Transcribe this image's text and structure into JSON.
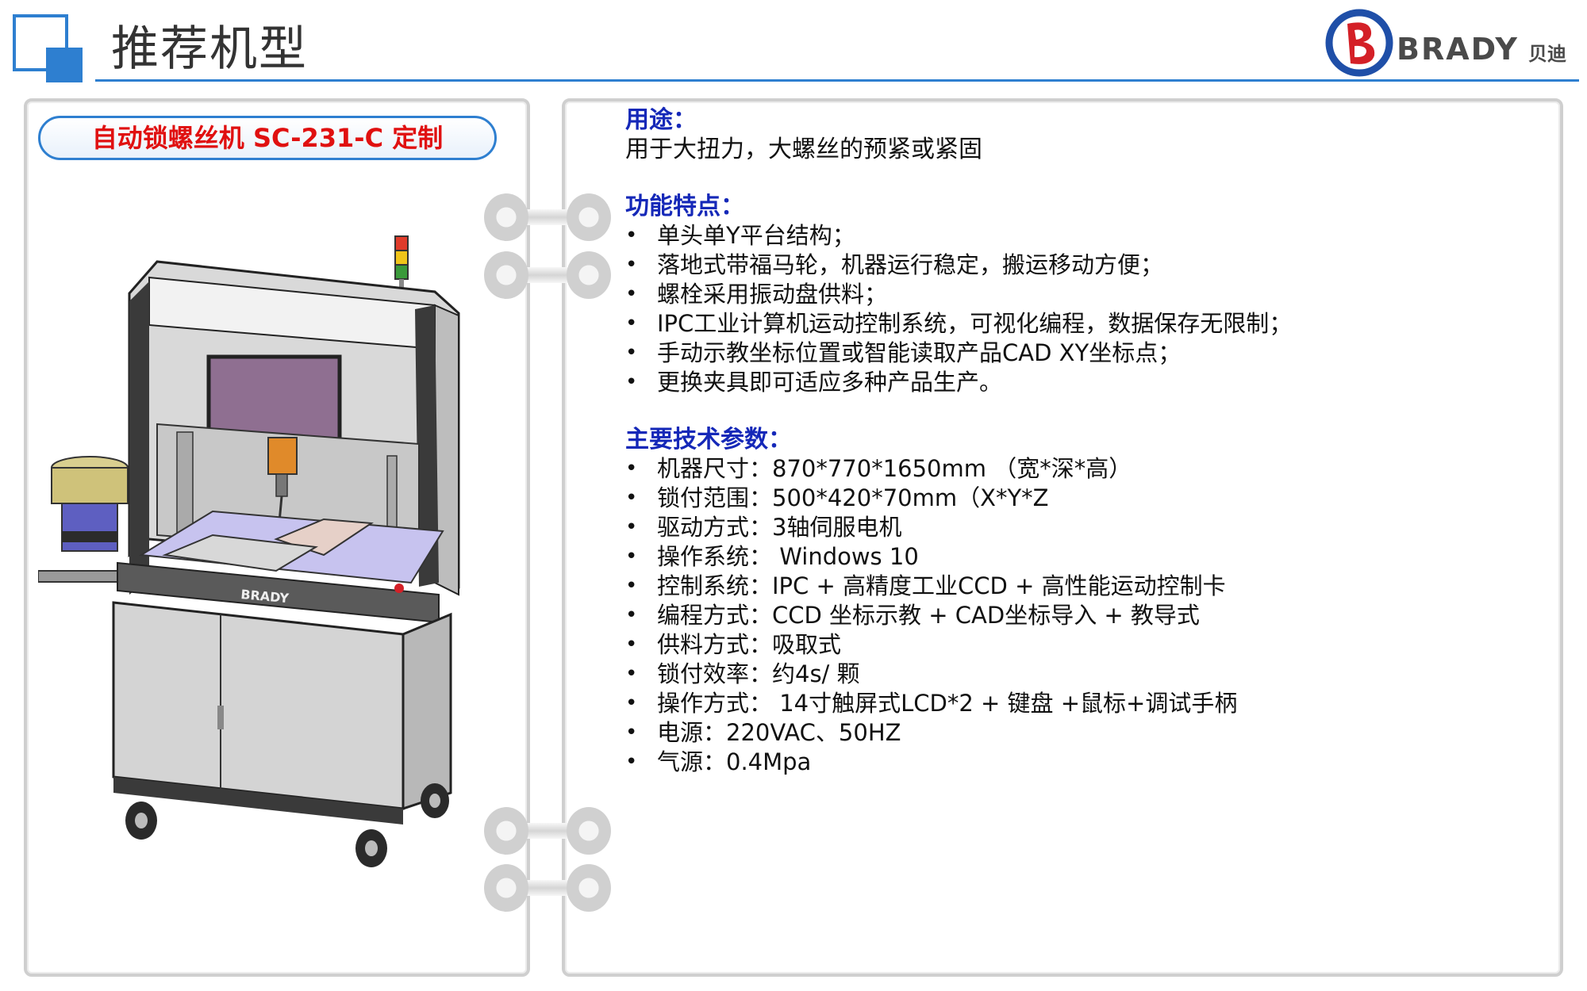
{
  "header": {
    "title": "推荐机型",
    "logo": {
      "wordmark": "BRADY",
      "cn": "贝迪",
      "icon": "brady-b-logo-icon"
    }
  },
  "left_panel": {
    "model_name": "自动锁螺丝机 SC-231-C 定制",
    "image": {
      "description_icon": "screw-locking-machine-illustration",
      "machine_label": "BRADY"
    }
  },
  "right_panel": {
    "usage": {
      "title": "用途：",
      "text": "用于大扭力，大螺丝的预紧或紧固"
    },
    "features": {
      "title": "功能特点：",
      "items": [
        "单头单Y平台结构；",
        "落地式带福马轮，机器运行稳定，搬运移动方便；",
        "螺栓采用振动盘供料；",
        "IPC工业计算机运动控制系统，可视化编程，数据保存无限制；",
        "手动示教坐标位置或智能读取产品CAD XY坐标点；",
        "更换夹具即可适应多种产品生产。"
      ]
    },
    "specs": {
      "title": "主要技术参数：",
      "items": [
        "机器尺寸：870*770*1650mm （宽*深*高）",
        "锁付范围：500*420*70mm（X*Y*Z",
        "驱动方式：3轴伺服电机",
        "操作系统： Windows 10",
        "控制系统：IPC + 高精度工业CCD + 高性能运动控制卡",
        "编程方式：CCD 坐标示教 + CAD坐标导入 + 教导式",
        "供料方式：吸取式",
        "锁付效率：约4s/ 颗",
        "操作方式： 14寸触屏式LCD*2 + 键盘 +鼠标+调试手柄",
        "电源：220VAC、50HZ",
        "气源：0.4Mpa"
      ]
    }
  },
  "colors": {
    "accent_blue": "#2e7fd0",
    "section_title": "#1528b8",
    "model_name_red": "#e01010",
    "logo_red": "#d42027",
    "logo_blue": "#1f4fa8"
  }
}
